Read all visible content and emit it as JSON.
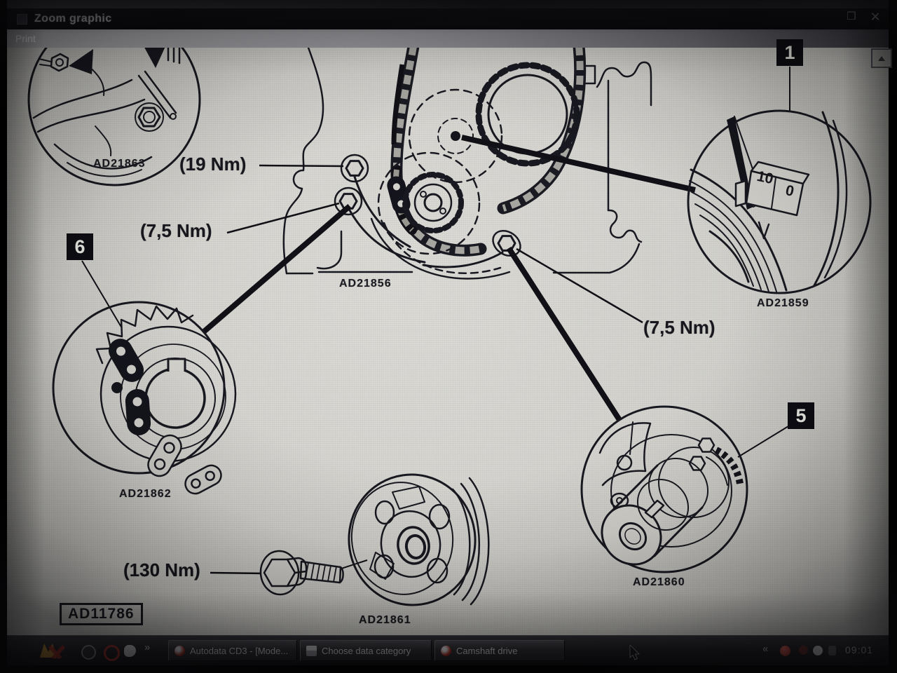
{
  "window": {
    "title": "Zoom graphic",
    "restore_glyph": "❐",
    "close_glyph": "✕",
    "menu": {
      "print": "Print"
    }
  },
  "graphic": {
    "torque_cam_bolt": "(19 Nm)",
    "torque_tensioner_left": "(7,5 Nm)",
    "torque_tensioner_right": "(7,5 Nm)",
    "torque_crank_bolt": "(130 Nm)",
    "ref_cam_detail": "AD21863",
    "ref_center": "AD21856",
    "ref_timing_marks": "AD21859",
    "ref_crank_sprocket": "AD21862",
    "ref_crank_nose": "AD21860",
    "ref_pulley": "AD21861",
    "ref_document": "AD11786",
    "callout_1": "1",
    "callout_5": "5",
    "callout_6": "6",
    "mark_10": "10",
    "mark_0": "0"
  },
  "taskbar": {
    "quick_launch_overflow": "»",
    "tasks": [
      {
        "label": "Autodata CD3 - [Mode..."
      },
      {
        "label": "Choose data category"
      },
      {
        "label": "Camshaft drive"
      }
    ],
    "tray_overflow": "«",
    "clock": "09:01"
  }
}
